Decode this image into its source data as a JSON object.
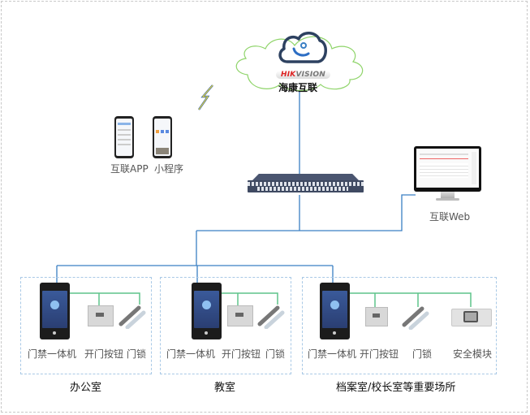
{
  "cloud": {
    "brand": "HIKVISION",
    "brand_red": "HIK",
    "brand_gray": "VISION",
    "name": "海康互联",
    "icon": "cloud-icon"
  },
  "wireless": {
    "icon": "lightning-icon"
  },
  "mobile": {
    "app_label": "互联APP",
    "miniprogram_label": "小程序"
  },
  "switch": {
    "icon": "network-switch-icon"
  },
  "web": {
    "label": "互联Web",
    "icon": "monitor-icon"
  },
  "zones": [
    {
      "title": "办公室",
      "devices": [
        "门禁一体机",
        "开门按钮",
        "门锁"
      ]
    },
    {
      "title": "教室",
      "devices": [
        "门禁一体机",
        "开门按钮",
        "门锁"
      ]
    },
    {
      "title": "档案室/校长室等重要场所",
      "devices": [
        "门禁一体机",
        "开门按钮",
        "门锁",
        "安全模块"
      ]
    }
  ],
  "colors": {
    "network_line": "#3a7fc4",
    "device_line": "#5ec48a",
    "zone_border": "#a9c9e6",
    "cloud_outline": "#8fd46a",
    "cloud_icon": "#2d4160"
  }
}
